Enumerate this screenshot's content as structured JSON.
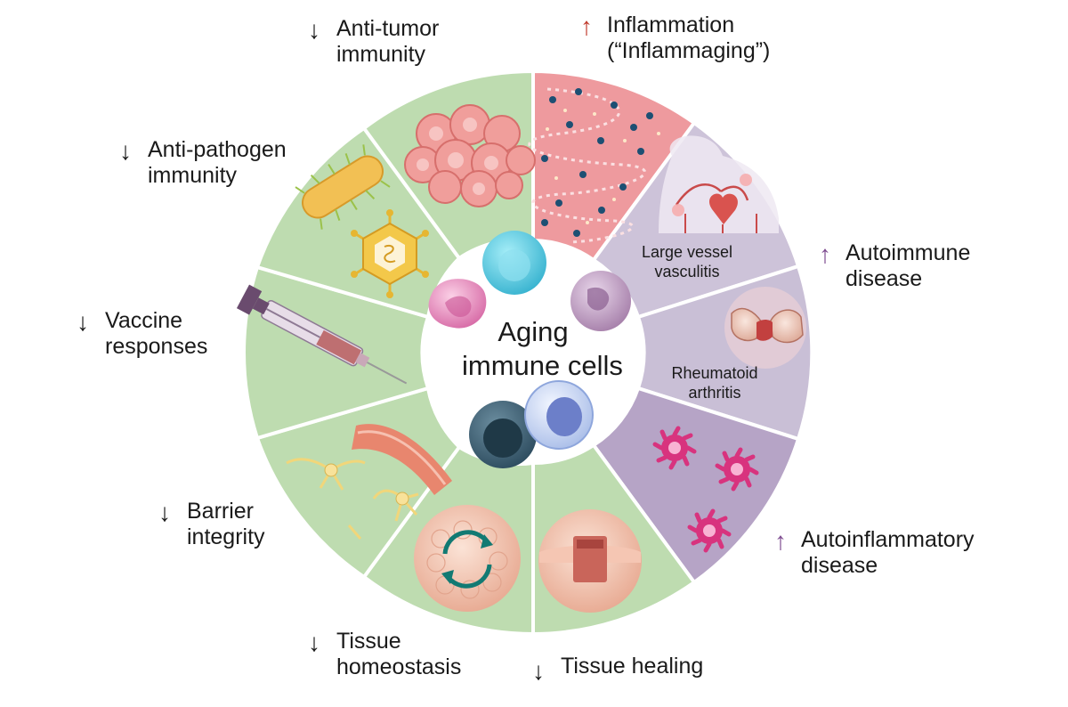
{
  "center": {
    "line1": "Aging",
    "line2": "immune cells"
  },
  "outer_labels": {
    "anti_tumor": {
      "arrow": "↓",
      "lines": [
        "Anti-tumor",
        "immunity"
      ],
      "color": "#1a1a1a"
    },
    "anti_pathogen": {
      "arrow": "↓",
      "lines": [
        "Anti-pathogen",
        "immunity"
      ],
      "color": "#1a1a1a"
    },
    "vaccine": {
      "arrow": "↓",
      "lines": [
        "Vaccine",
        "responses"
      ],
      "color": "#1a1a1a"
    },
    "barrier": {
      "arrow": "↓",
      "lines": [
        "Barrier",
        "integrity"
      ],
      "color": "#1a1a1a"
    },
    "tissue_homeostasis": {
      "arrow": "↓",
      "lines": [
        "Tissue",
        "homeostasis"
      ],
      "color": "#1a1a1a"
    },
    "tissue_healing": {
      "arrow": "↓",
      "lines": [
        "Tissue healing"
      ],
      "color": "#1a1a1a"
    },
    "inflammation": {
      "arrow": "↑",
      "lines": [
        "Inflammation",
        "(“Inflammaging”)"
      ],
      "color": "#c0392b"
    },
    "autoimmune": {
      "arrow": "↑",
      "lines": [
        "Autoimmune",
        "disease"
      ],
      "color": "#7d4a8f"
    },
    "autoinflammatory": {
      "arrow": "↑",
      "lines": [
        "Autoinflammatory",
        "disease"
      ],
      "color": "#7d4a8f"
    }
  },
  "inner_labels": {
    "vasculitis": [
      "Large vessel",
      "vasculitis"
    ],
    "arthritis": [
      "Rheumatoid",
      "arthritis"
    ]
  },
  "colors": {
    "green_segment": "#bedcb0",
    "pink_segment": "#ee9a9e",
    "lavender_segment": "#cdc3d9",
    "purple_segment": "#b6a4c6",
    "divider": "#ffffff",
    "increase_red": "#c0392b",
    "increase_purple": "#7d4a8f"
  }
}
